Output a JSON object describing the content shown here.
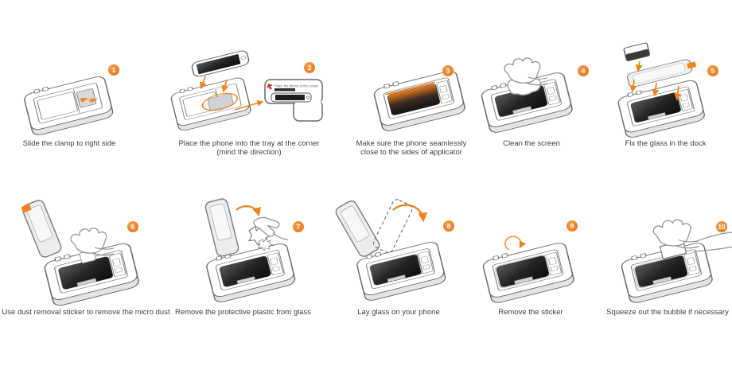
{
  "accent_color": "#f0831e",
  "line_color": "#6a6a6a",
  "steps": [
    {
      "number": "1",
      "caption": "Slide the clamp to right side"
    },
    {
      "number": "2",
      "caption": "Place the phone into the tray at the corner",
      "caption2": "(mind the direction)",
      "callout_text": "Place the phone at the corner"
    },
    {
      "number": "3",
      "caption": "Make sure the phone seamlessly",
      "caption2": "close to the sides of applicator"
    },
    {
      "number": "4",
      "caption": "Clean the screen"
    },
    {
      "number": "5",
      "caption": "Fix the glass in the dock"
    },
    {
      "number": "6",
      "caption": "Use dust removal sticker to remove the micro dust"
    },
    {
      "number": "7",
      "caption": "Remove the protective plastic from glass"
    },
    {
      "number": "8",
      "caption": "Lay glass on your phone"
    },
    {
      "number": "9",
      "caption": "Remove the sticker"
    },
    {
      "number": "10",
      "caption": "Squeeze out the bubble if necessary"
    }
  ]
}
